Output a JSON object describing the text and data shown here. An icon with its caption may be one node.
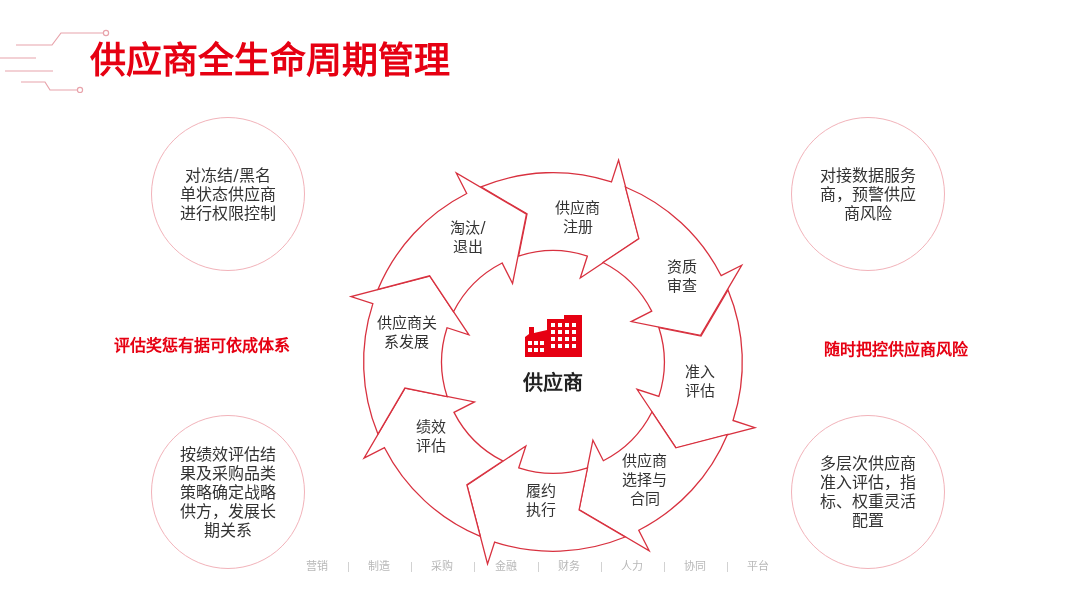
{
  "diagram": {
    "title": "供应商全生命周期管理",
    "nodes": [
      {
        "text": [
          "供应商注册"
        ]
      },
      {
        "text": [
          "资质审查"
        ]
      },
      {
        "text": [
          "准入评估"
        ]
      },
      {
        "text": [
          "供应商选择与合同"
        ]
      },
      {
        "text": [
          "履约执行"
        ]
      },
      {
        "text": [
          "绩效评估"
        ]
      },
      {
        "text": [
          "供应商关系发展"
        ]
      },
      {
        "text": [
          "淘汰/退出"
        ]
      },
      {
        "text": [
          "供应商"
        ]
      },
      {
        "text": [
          "对冻结/黑名单状态供应商进行权限控制"
        ]
      },
      {
        "text": [
          "对接数据服务商，预警供应商风险"
        ]
      },
      {
        "text": [
          "按绩效评估结果及采购品类策略确定战略供方，发展长期关系"
        ]
      },
      {
        "text": [
          "多层次供应商准入评估，指标、权重灵活配置"
        ]
      }
    ],
    "labels": [
      "评估奖惩有据可依成体系",
      "随时把控供应商风险",
      "营销",
      "制造",
      "采购",
      "金融",
      "财务",
      "人力",
      "协同",
      "平台"
    ]
  }
}
